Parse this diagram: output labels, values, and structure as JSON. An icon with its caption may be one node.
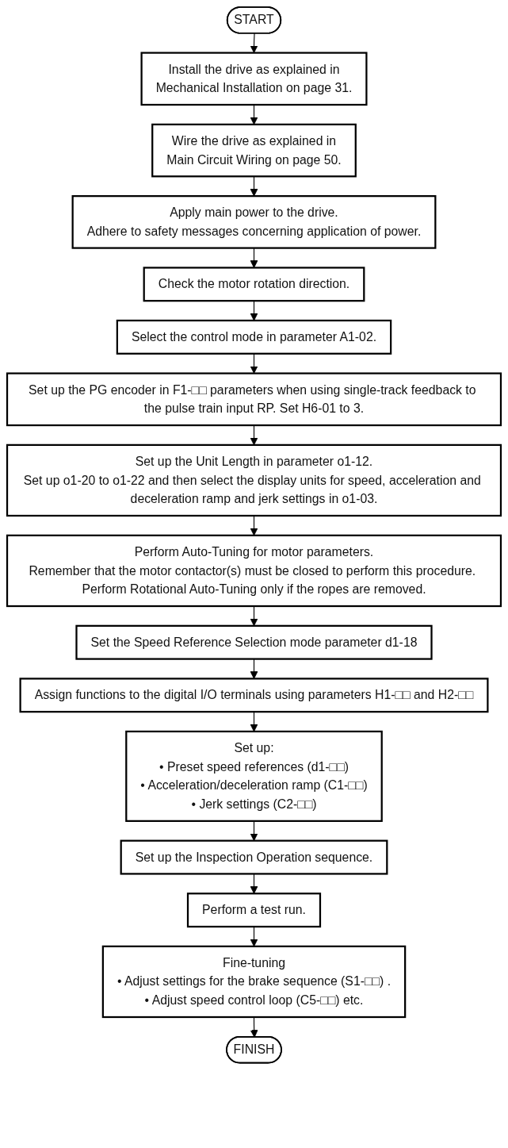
{
  "diagram": {
    "nodes": [
      {
        "text": [
          "START"
        ]
      },
      {
        "text": [
          "Install the drive as explained in",
          "Mechanical Installation on page 31."
        ]
      },
      {
        "text": [
          "Wire the drive as explained in",
          "Main Circuit Wiring on page 50."
        ]
      },
      {
        "text": [
          "Apply main power to the drive.",
          "Adhere to safety messages concerning application of power."
        ]
      },
      {
        "text": [
          "Check the motor rotation direction."
        ]
      },
      {
        "text": [
          "Select the control mode in parameter A1-02."
        ]
      },
      {
        "text": [
          "Set up the PG encoder in F1-□□ parameters when using single-track feedback to the pulse train input RP. Set H6-01 to 3."
        ]
      },
      {
        "text": [
          "Set up the Unit Length in parameter o1-12.",
          "Set up o1-20 to o1-22 and then select the display units for speed, acceleration and deceleration ramp and jerk settings in o1-03."
        ]
      },
      {
        "text": [
          "Perform Auto-Tuning for motor parameters.",
          "Remember that the motor contactor(s) must be closed to perform this procedure. Perform Rotational Auto-Tuning only if the ropes are removed."
        ]
      },
      {
        "text": [
          "Set the Speed Reference Selection mode parameter d1-18"
        ]
      },
      {
        "text": [
          "Assign functions to the digital I/O terminals using parameters H1-□□ and H2-□□"
        ]
      },
      {
        "text": [
          "Set up:",
          "• Preset speed references (d1-□□)",
          "• Acceleration/deceleration ramp (C1-□□)",
          "• Jerk settings (C2-□□)"
        ]
      },
      {
        "text": [
          "Set up the Inspection Operation sequence."
        ]
      },
      {
        "text": [
          "Perform a test run."
        ]
      },
      {
        "text": [
          "Fine-tuning",
          "• Adjust settings for the brake sequence (S1-□□) .",
          "• Adjust speed control loop (C5-□□) etc."
        ]
      },
      {
        "text": [
          "FINISH"
        ]
      }
    ],
    "edges": [
      {
        "from": 0,
        "to": 1,
        "arrow": "to"
      },
      {
        "from": 1,
        "to": 2,
        "arrow": "to"
      },
      {
        "from": 2,
        "to": 3,
        "arrow": "to"
      },
      {
        "from": 3,
        "to": 4,
        "arrow": "to"
      },
      {
        "from": 4,
        "to": 5,
        "arrow": "to"
      },
      {
        "from": 5,
        "to": 6,
        "arrow": "to"
      },
      {
        "from": 6,
        "to": 7,
        "arrow": "to"
      },
      {
        "from": 7,
        "to": 8,
        "arrow": "to"
      },
      {
        "from": 8,
        "to": 9,
        "arrow": "to"
      },
      {
        "from": 9,
        "to": 10,
        "arrow": "to"
      },
      {
        "from": 10,
        "to": 11,
        "arrow": "to"
      },
      {
        "from": 11,
        "to": 12,
        "arrow": "to"
      },
      {
        "from": 12,
        "to": 13,
        "arrow": "to"
      },
      {
        "from": 13,
        "to": 14,
        "arrow": "to"
      },
      {
        "from": 14,
        "to": 15,
        "arrow": "to"
      }
    ]
  }
}
